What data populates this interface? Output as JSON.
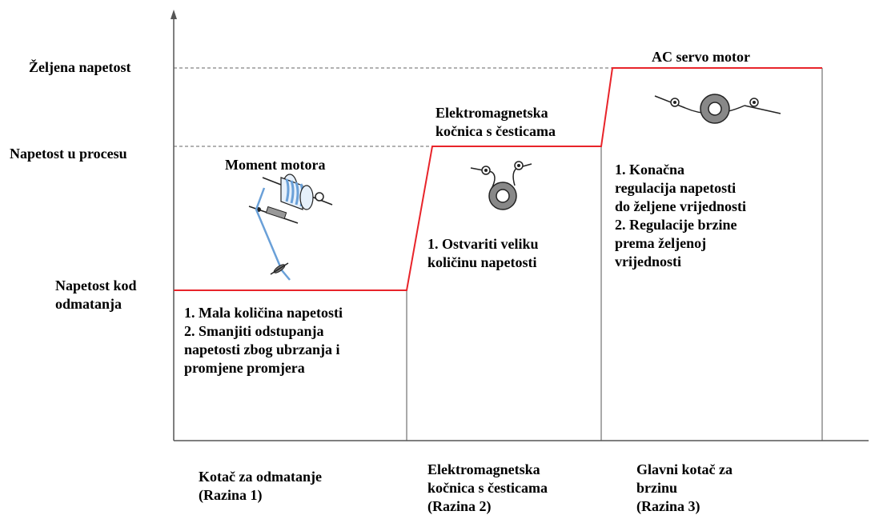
{
  "y_axis": {
    "levels": [
      {
        "id": "desired",
        "label": "Željena napetost"
      },
      {
        "id": "process",
        "label": "Napetost u procesu"
      },
      {
        "id": "unwind",
        "label_lines": [
          "Napetost kod",
          "odmatanja"
        ]
      }
    ]
  },
  "stages": [
    {
      "id": "stage1",
      "device_label": "Moment motora",
      "description_lines": [
        "1. Mala količina napetosti",
        "2. Smanjiti odstupanja",
        "napetosti zbog ubrzanja i",
        "promjene promjera"
      ],
      "x_label_lines": [
        "Kotač za odmatanje",
        "(Razina 1)"
      ],
      "icon": "motor-torque-icon"
    },
    {
      "id": "stage2",
      "device_label_lines": [
        "Elektromagnetska",
        "kočnica s česticama"
      ],
      "description_lines": [
        "1. Ostvariti veliku",
        "količinu napetosti"
      ],
      "x_label_lines": [
        "Elektromagnetska",
        "kočnica s česticama",
        "(Razina 2)"
      ],
      "icon": "powder-brake-roller-icon"
    },
    {
      "id": "stage3",
      "device_label": "AC servo motor",
      "description_lines": [
        "1. Konačna",
        "regulacija napetosti",
        "do željene vrijednosti",
        "2. Regulacije brzine",
        "prema željenoj",
        "vrijednosti"
      ],
      "x_label_lines": [
        "Glavni kotač za",
        "brzinu",
        "(Razina 3)"
      ],
      "icon": "servo-roller-icon"
    }
  ],
  "colors": {
    "tension_line": "#e8242a",
    "axis": "#555555",
    "guide": "#555555",
    "roller": "#888888",
    "wire": "#6aa0d8"
  }
}
